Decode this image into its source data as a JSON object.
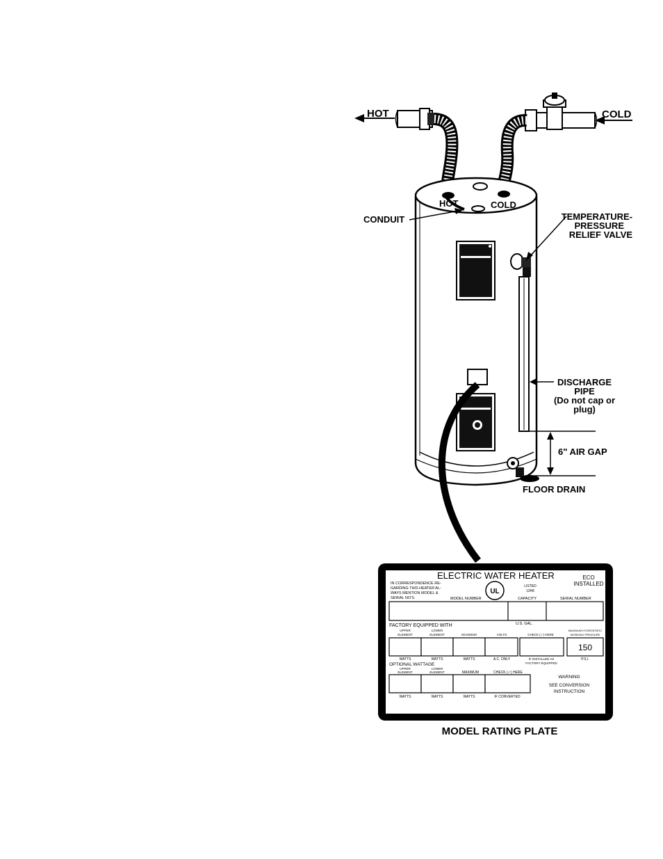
{
  "labels": {
    "hot_outlet": "HOT",
    "cold_inlet": "COLD",
    "hot_port": "HOT",
    "cold_port": "COLD",
    "conduit": "CONDUIT",
    "tp_valve_line1": "TEMPERATURE-",
    "tp_valve_line2": "PRESSURE",
    "tp_valve_line3": "RELIEF VALVE",
    "discharge_line1": "DISCHARGE",
    "discharge_line2": "PIPE",
    "discharge_line3": "(Do not cap or",
    "discharge_line4": "plug)",
    "air_gap": "6\" AIR GAP",
    "floor_drain": "FLOOR DRAIN",
    "caption": "MODEL RATING PLATE"
  },
  "plate": {
    "title": "ELECTRIC WATER HEATER",
    "eco": "ECO",
    "installed": "INSTALLED",
    "correspondence_1": "IN CORRESPONDENCE RE-",
    "correspondence_2": "GARDING THIS HEATER AL-",
    "correspondence_3": "WAYS MENTION MODEL &",
    "correspondence_4": "SERIAL NO'S.",
    "listed_1": "LISTED",
    "listed_2": "13H6",
    "ul_mark": "UL",
    "model_number": "MODEL NUMBER",
    "capacity": "CAPACITY",
    "serial_number": "SERIAL NUMBER",
    "us_gal": "U.S. GAL.",
    "factory_equipped": "FACTORY EQUIPPED WITH",
    "upper_element_1": "UPPER",
    "upper_element_2": "ELEMENT",
    "lower_element_1": "LOWER",
    "lower_element_2": "ELEMENT",
    "maximum": "MAXIMUM",
    "volts": "VOLTS",
    "check_here": "CHECK (✓) HERE",
    "max_pressure_1": "MAXIMUM HYDROSTATIC",
    "max_pressure_2": "WORKING PRESSURE",
    "pressure_value": "150",
    "watts_1": "WATTS",
    "watts_2": "WATTS",
    "watts_3": "WATTS",
    "ac_only": "A.C. ONLY",
    "if_installed_1": "IF INSTALLED AS",
    "if_installed_2": "FACTORY EQUIPPED",
    "psi": "P.S.I.",
    "optional_wattage": "OPTIONAL WATTAGE",
    "opt_upper_1": "UPPER",
    "opt_upper_2": "ELEMENT",
    "opt_lower_1": "LOWER",
    "opt_lower_2": "ELEMENT",
    "opt_maximum": "MAXIMUM",
    "opt_check": "CHECK (✓) HERE",
    "warning": "WARNING",
    "see_conversion": "SEE CONVERSION",
    "instruction": "INSTRUCTION",
    "opt_watts_1": "WATTS",
    "opt_watts_2": "WATTS",
    "opt_watts_3": "WATTS",
    "if_converted": "IF CONVERTED"
  }
}
